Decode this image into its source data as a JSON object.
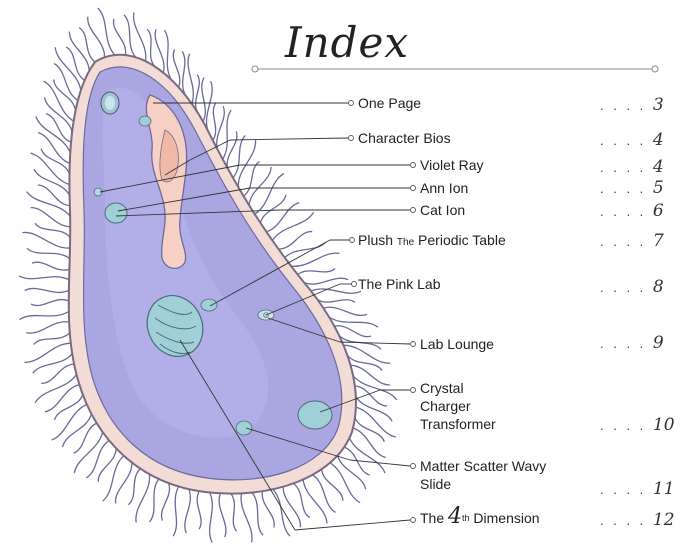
{
  "title": "Index",
  "entries": [
    {
      "label": "One Page",
      "page": "3"
    },
    {
      "label": "Character Bios",
      "page": "4"
    },
    {
      "label": "Violet Ray",
      "page": "4"
    },
    {
      "label": "Ann Ion",
      "page": "5"
    },
    {
      "label": "Cat Ion",
      "page": "6"
    },
    {
      "label_pre": "Plush",
      "label_small": "The",
      "label_post": "Periodic Table",
      "page": "7"
    },
    {
      "label": "The Pink Lab",
      "page": "8"
    },
    {
      "label": "Lab Lounge",
      "page": "9"
    },
    {
      "lines": [
        "Crystal",
        "Charger",
        "Transformer"
      ],
      "page": "10"
    },
    {
      "lines": [
        "Matter Scatter Wavy",
        "Slide"
      ],
      "page": "11"
    },
    {
      "label_pre": "The",
      "label_big": "4",
      "label_sup": "th",
      "label_post": "Dimension",
      "page": "12"
    }
  ],
  "leader": ". . . .",
  "colors": {
    "cytoplasm": "#a8a5e0",
    "membrane": "#f0d8d0",
    "cilia": "#6a6898",
    "organelle": "#9fd0d8",
    "pink": "#f5c8c0"
  }
}
